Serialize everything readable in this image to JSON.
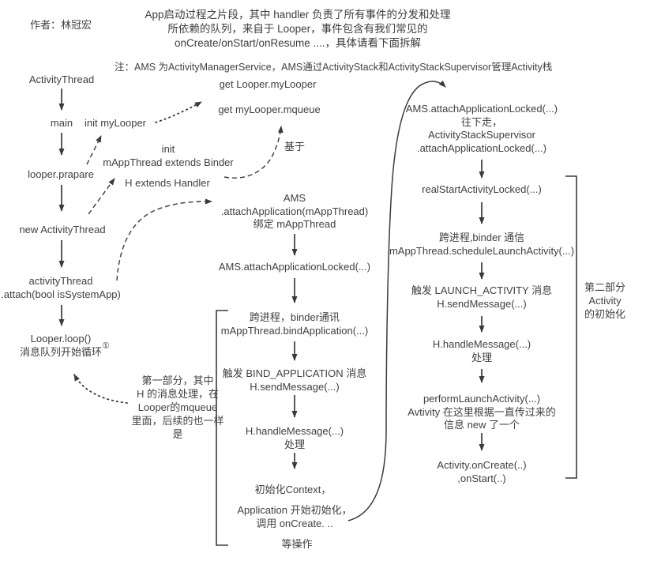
{
  "header": {
    "author": "作者：林冠宏",
    "title": "App启动过程之片段，其中 handler 负责了所有事件的分发和处理\n所依赖的队列，来自于 Looper，事件包含有我们常见的\nonCreate/onStart/onResume ....，具体请看下面拆解",
    "note": "注：AMS 为ActivityManagerService，AMS通过ActivityStack和ActivityStackSupervisor管理Activity栈"
  },
  "left_column": {
    "activity_thread": "ActivityThread",
    "main": "main",
    "looper_prepare": "looper.prapare",
    "new_activity_thread": "new ActivityThread",
    "attach": "activityThread\n.attach(bool isSystemApp)",
    "looper_loop": "Looper.loop()\n消息队列开始循环",
    "loop_badge": "①"
  },
  "float_labels": {
    "init_mylooper": "init myLooper",
    "init_mappthread": "init\nmAppThread extends Binder",
    "h_extends_handler": "H extends Handler",
    "get_mylooper": "get Looper.myLooper",
    "get_mqueue": "get myLooper.mqueue",
    "based_on": "基于"
  },
  "middle_column": {
    "ams_attach_application": "AMS\n.attachApplication(mAppThread)\n绑定 mAppThread",
    "ams_attach_locked": "AMS.attachApplicationLocked(...)",
    "bind_application": "跨进程，binder通讯\nmAppThread.bindApplication(...)",
    "bind_application_message": "触发 BIND_APPLICATION 消息\nH.sendMessage(...)",
    "handle_message": "H.handleMessage(...)\n处理",
    "init_context": "初始化Context，",
    "application_init": "Application 开始初始化，\n调用 onCreate. ..",
    "etc_ops": "等操作"
  },
  "part1_note": "第一部分，其中\nH 的消息处理，在\nLooper的mqueue\n里面，后续的也一样\n是",
  "right_column": {
    "ams_attach_locked": "AMS.attachApplicationLocked(...)\n往下走，\nActivityStackSupervisor\n.attachApplicationLocked(...)",
    "real_start_activity": "realStartActivityLocked(...)",
    "schedule_launch_activity": "跨进程,binder 通信\nmAppThread.scheduleLaunchActivity(...)",
    "launch_activity_message": "触发 LAUNCH_ACTIVITY 消息\nH.sendMessage(...)",
    "handle_message": "H.handleMessage(...)\n处理",
    "perform_launch_activity": "performLaunchActivity(...)\nAvtivity 在这里根据一直传过来的\n信息 new 了一个",
    "activity_oncreate": "Activity.onCreate(..)\n,onStart(..)",
    "part2_label": "第二部分\nActivity\n的初始化"
  },
  "colors": {
    "text": "#404040",
    "line": "#3a3a3a",
    "background": "#ffffff"
  }
}
